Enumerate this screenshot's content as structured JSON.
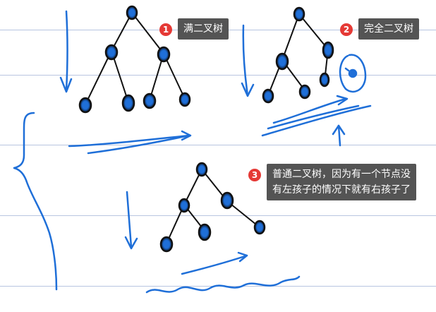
{
  "notes": [
    {
      "number": "1",
      "text": "满二叉树"
    },
    {
      "number": "2",
      "text": "完全二叉树"
    },
    {
      "number": "3",
      "text": "普通二叉树，因为有一个节点没\n有左孩子的情况下就有右孩子了"
    }
  ],
  "colors": {
    "ink": "#111111",
    "blue_pen": "#1f6fd8",
    "badge": "#e53935",
    "bubble": "#545454",
    "ruled_line": "#b8c5e0"
  }
}
